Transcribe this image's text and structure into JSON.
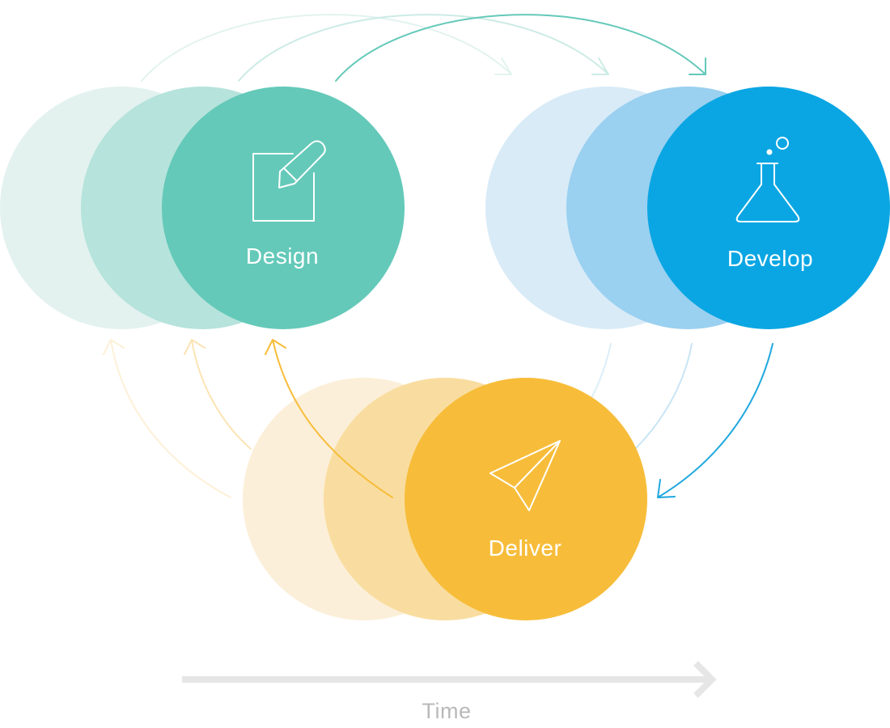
{
  "stages": {
    "design": {
      "label": "Design",
      "icon": "edit-icon",
      "colors": [
        "#e3f2ef",
        "#b6e3dc",
        "#64c9b9"
      ]
    },
    "develop": {
      "label": "Develop",
      "icon": "flask-icon",
      "colors": [
        "#d8ebf7",
        "#9ad0f0",
        "#0aa6e3"
      ]
    },
    "deliver": {
      "label": "Deliver",
      "icon": "paper-plane-icon",
      "colors": [
        "#fcefd9",
        "#f9dda0",
        "#f7bd3a"
      ]
    }
  },
  "arrow_colors": {
    "design_to_develop": [
      "#e2f3ef",
      "#ccebe5",
      "#64c9b9"
    ],
    "develop_to_deliver": [
      "#ddeef8",
      "#c9e5f5",
      "#1fa8de"
    ],
    "deliver_to_design": [
      "#fdf0d8",
      "#fbe4b4",
      "#f7bd3a"
    ]
  },
  "time_axis": {
    "label": "Time",
    "icon": "arrow-right-icon",
    "color": "#e6e6e6"
  }
}
